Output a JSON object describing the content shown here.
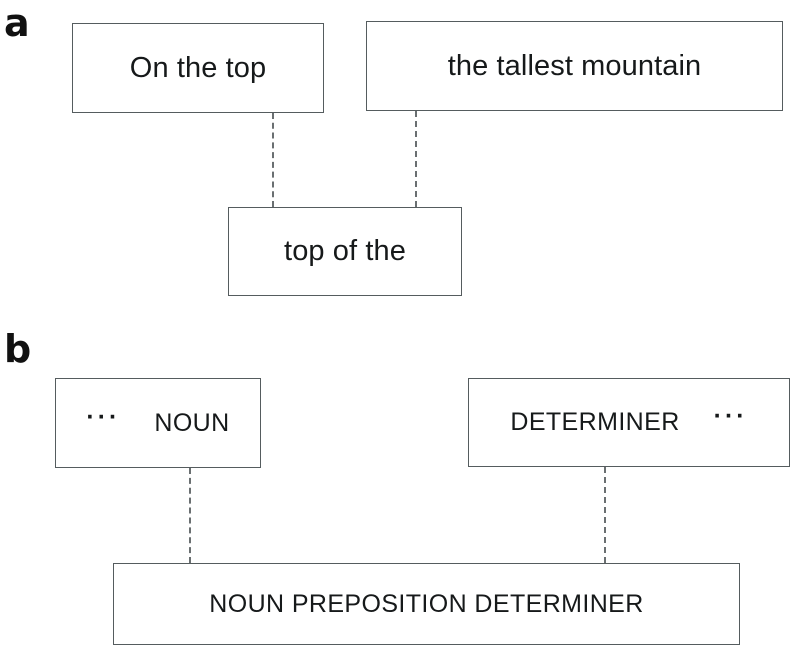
{
  "figure": {
    "panels": [
      {
        "id": "a",
        "label": "a",
        "nodes": {
          "top_left": "On the top",
          "top_right": "the tallest mountain",
          "bottom": "top of the"
        }
      },
      {
        "id": "b",
        "label": "b",
        "nodes": {
          "top_left_ellipsis": "···",
          "top_left": "NOUN",
          "top_right": "DETERMINER",
          "top_right_ellipsis": "···",
          "bottom": "NOUN PREPOSITION DETERMINER"
        }
      }
    ]
  },
  "style": {
    "box_border_color": "#555c5e",
    "connector_color": "#6a6f71",
    "text_color": "#16191a",
    "background": "#ffffff"
  }
}
